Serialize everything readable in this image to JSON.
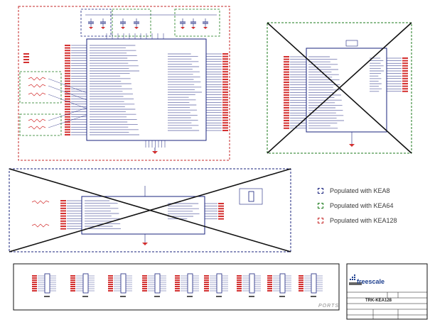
{
  "legend": {
    "items": [
      {
        "label": "Populated with KEA8",
        "color": "#1a237e"
      },
      {
        "label": "Populated with KEA64",
        "color": "#1b7a1b"
      },
      {
        "label": "Populated with KEA128",
        "color": "#c62828"
      }
    ]
  },
  "title_block": {
    "logo": "freescale",
    "board": "TRK-KEA128",
    "sheet_label": "PORTS"
  },
  "colors": {
    "net": "#d32f2f",
    "wire": "#1a237e",
    "chip": "#1a237e",
    "kea8": "#1a237e",
    "kea64": "#1b7a1b",
    "kea128": "#c62828"
  }
}
